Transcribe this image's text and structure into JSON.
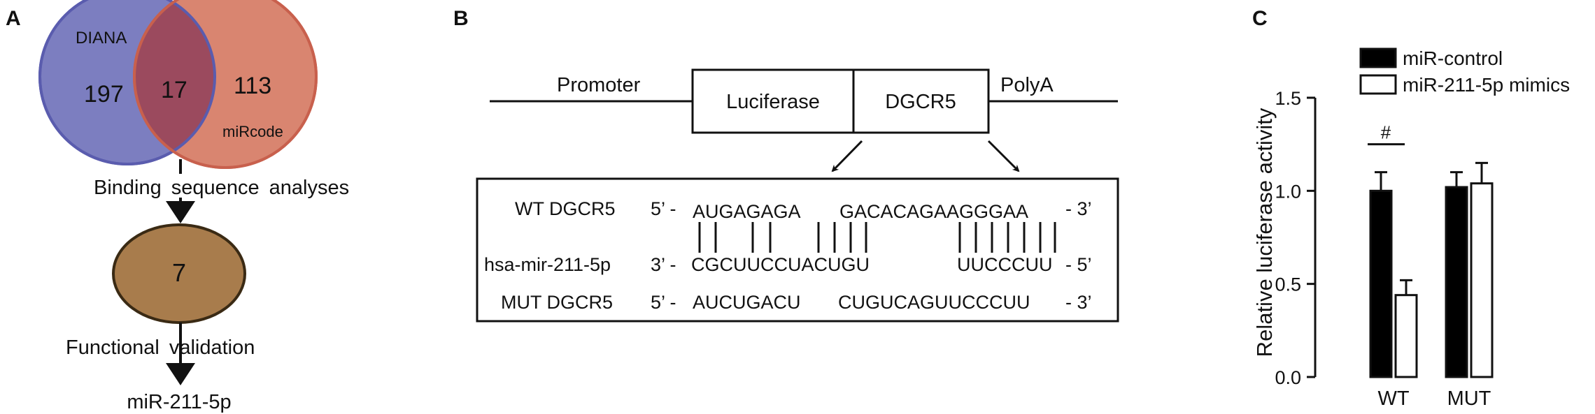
{
  "panel_a": {
    "label": "A",
    "left_set": "DIANA",
    "right_set": "miRcode",
    "left_only": "197",
    "intersection": "17",
    "right_only": "113",
    "step1": "Binding sequence analyses",
    "result_count": "7",
    "step2": "Functional validation",
    "final": "miR-211-5p",
    "colors": {
      "left": "#7c7ec0",
      "right": "#d98570",
      "overlap": "#9b4a5e",
      "result": "#a87c4c"
    }
  },
  "panel_b": {
    "label": "B",
    "promoter": "Promoter",
    "luciferase": "Luciferase",
    "gene": "DGCR5",
    "polya": "PolyA",
    "wt_name": "WT DGCR5",
    "wt_dir": "5’ -",
    "wt_seq1": "AUGAGAGA",
    "wt_seq2": "GACACAGAAGGGAA",
    "wt_end": "- 3’",
    "mir_name": "hsa-mir-211-5p",
    "mir_dir": "3’ -",
    "mir_seq1": "CGCUUCCUACUGU",
    "mir_seq2": "UUCCCUU",
    "mir_end": "- 5’",
    "mut_name": "MUT DGCR5",
    "mut_dir": "5’ -",
    "mut_seq1": "AUCUGACU",
    "mut_seq2": "CUGUCAGUUCCCUU",
    "mut_end": "- 3’"
  },
  "panel_c": {
    "label": "C",
    "sig_mark": "#"
  },
  "chart_data": {
    "type": "bar",
    "categories": [
      "WT",
      "MUT"
    ],
    "series": [
      {
        "name": "miR-control",
        "values": [
          1.0,
          1.02
        ],
        "errors": [
          0.1,
          0.08
        ],
        "color": "#000000"
      },
      {
        "name": "miR-211-5p mimics",
        "values": [
          0.44,
          1.04
        ],
        "errors": [
          0.08,
          0.11
        ],
        "color": "#ffffff"
      }
    ],
    "ylabel": "Relative luciferase activity",
    "ylim": [
      0,
      1.5
    ],
    "yticks": [
      "0.0",
      "0.5",
      "1.0",
      "1.5"
    ],
    "legend": "top-right",
    "grid": false
  }
}
